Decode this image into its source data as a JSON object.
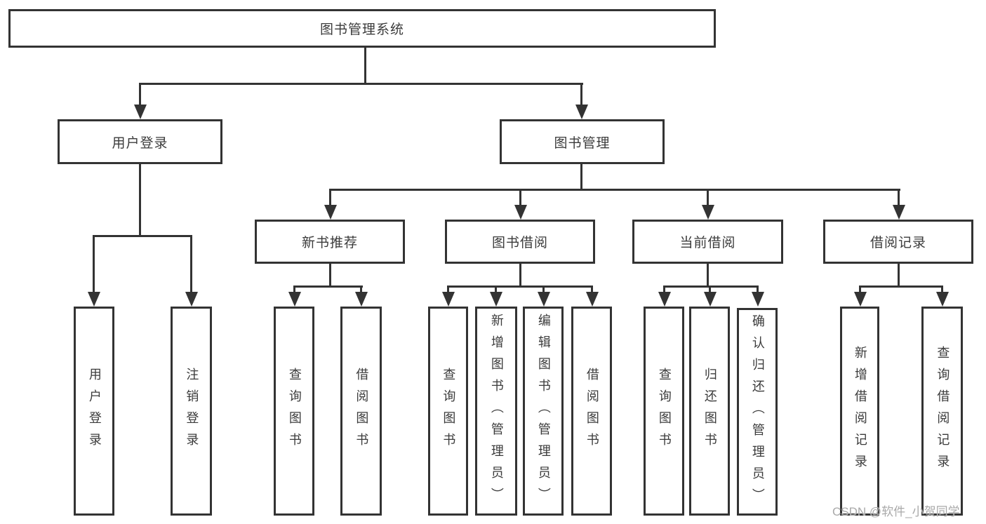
{
  "diagram": {
    "root": "图书管理系统",
    "level2": [
      "用户登录",
      "图书管理"
    ],
    "level3": [
      "新书推荐",
      "图书借阅",
      "当前借阅",
      "借阅记录"
    ],
    "leaves": [
      "用户登录",
      "注销登录",
      "查询图书",
      "借阅图书",
      "查询图书",
      "新增图书（管理员）",
      "编辑图书（管理员）",
      "借阅图书",
      "查询图书",
      "归还图书",
      "确认归还（管理员）",
      "新增借阅记录",
      "查询借阅记录"
    ]
  },
  "watermark": "CSDN @软件_小贺同学",
  "colors": {
    "line": "#333333",
    "text": "#3b3b3b",
    "watermark": "#a9a9a9",
    "background": "#ffffff"
  }
}
